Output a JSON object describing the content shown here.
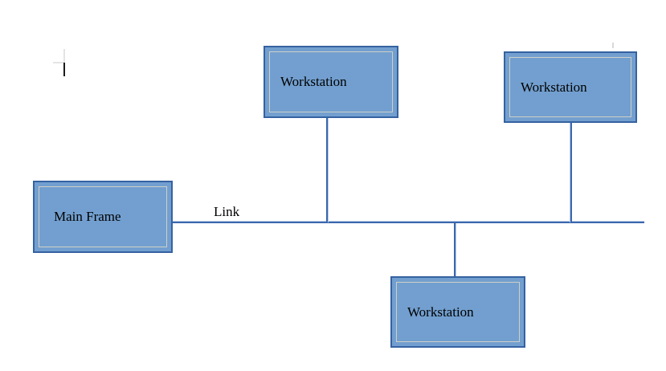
{
  "diagram": {
    "type": "network-bus-diagram",
    "nodes": [
      {
        "id": "main-frame",
        "label": "Main Frame"
      },
      {
        "id": "workstation-top",
        "label": "Workstation"
      },
      {
        "id": "workstation-right",
        "label": "Workstation"
      },
      {
        "id": "workstation-bottom",
        "label": "Workstation"
      }
    ],
    "connectors": [
      {
        "id": "bus-line",
        "from": "main-frame",
        "orientation": "horizontal"
      },
      {
        "id": "connector-top-to-bus",
        "from": "workstation-top",
        "orientation": "vertical"
      },
      {
        "id": "connector-right-to-bus",
        "from": "workstation-right",
        "orientation": "vertical"
      },
      {
        "id": "connector-bottom-to-bus",
        "from": "workstation-bottom",
        "orientation": "vertical"
      }
    ],
    "link_label": "Link",
    "colors": {
      "node_fill": "#729fcf",
      "node_border": "#3562a1",
      "node_inner_border": "#cfcfc7",
      "connector": "#3a67ad",
      "text": "#000000",
      "caret": "#1b1b1b",
      "corner_mark": "#e4e4e4",
      "handle_tick": "#d9d9d9",
      "background": "#ffffff"
    }
  }
}
